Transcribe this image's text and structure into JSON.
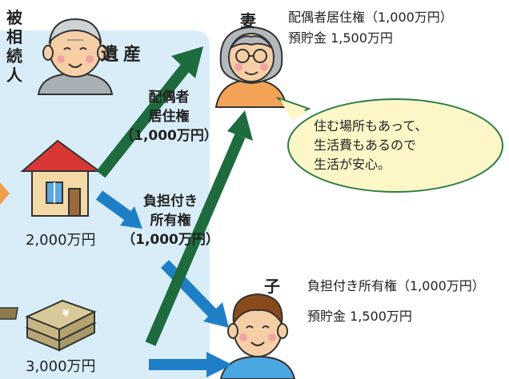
{
  "decedent": {
    "label_chars": [
      "被",
      "相",
      "続",
      "人"
    ]
  },
  "estate": {
    "title": "遺産",
    "house": {
      "value": "2,000万円"
    },
    "savings": {
      "value": "3,000万円"
    }
  },
  "right_types": {
    "spousal": [
      "配偶者",
      "居住権",
      "（1,000万円）"
    ],
    "burdened": [
      "負担付き",
      "所有権",
      "（1,000万円）"
    ]
  },
  "spouse": {
    "label": "妻",
    "items": [
      "配偶者居住権（1,000万円）",
      "預貯金 1,500万円"
    ],
    "speech": [
      "住む場所もあって、",
      "生活費もあるので",
      "生活が安心。"
    ]
  },
  "child": {
    "label": "子",
    "items": [
      "負担付き所有権（1,000万円）",
      "預貯金 1,500万円"
    ]
  },
  "colors": {
    "estate_bg": "#d9edf9",
    "arrow_green": "#1e6b3e",
    "arrow_blue": "#1f7fc6",
    "bubble_fill": "#fdf7c8",
    "bubble_stroke": "#2e7d46",
    "left_tab": "#f0a04b"
  }
}
